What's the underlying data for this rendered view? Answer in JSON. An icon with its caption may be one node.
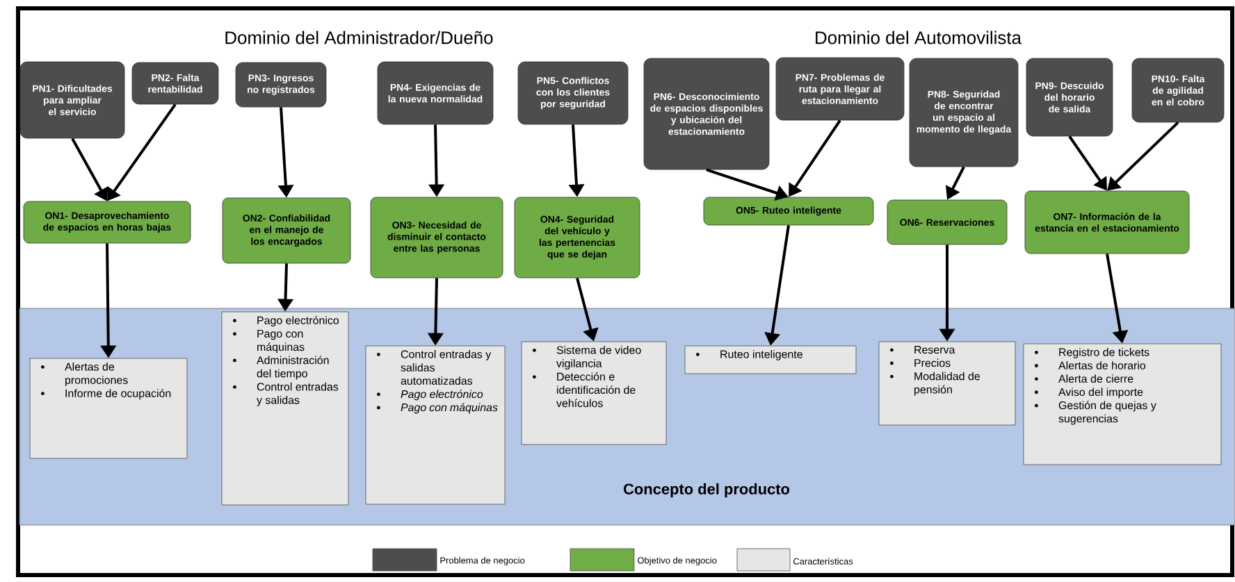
{
  "diagram": {
    "nodes": [
      {
        "text": [
          "PN1- Dificultades para ampliar el servicio"
        ]
      },
      {
        "text": [
          "PN2- Falta rentabilidad"
        ]
      },
      {
        "text": [
          "PN3- Ingresos no registrados"
        ]
      },
      {
        "text": [
          "PN4- Exigencias de la nueva normalidad"
        ]
      },
      {
        "text": [
          "PN5- Conflictos con los clientes por seguridad"
        ]
      },
      {
        "text": [
          "PN6- Desconocimiento de espacios disponibles y ubicación del estacionamiento"
        ]
      },
      {
        "text": [
          "PN7- Problemas de ruta para llegar al estacionamiento"
        ]
      },
      {
        "text": [
          "PN8- Seguridad de encontrar un espacio al momento de llegada"
        ]
      },
      {
        "text": [
          "PN9- Descuido del horario de salida"
        ]
      },
      {
        "text": [
          "PN10- Falta de agilidad en el cobro"
        ]
      },
      {
        "text": [
          "ON1- Desaprovechamiento de espacios en horas bajas"
        ]
      },
      {
        "text": [
          "ON2- Confiabilidad en el manejo de los encargados"
        ]
      },
      {
        "text": [
          "ON3- Necesidad de disminuir el contacto entre las personas"
        ]
      },
      {
        "text": [
          "ON4- Seguridad del vehículo y las pertenencias que se dejan"
        ]
      },
      {
        "text": [
          "ON5- Ruteo inteligente"
        ]
      },
      {
        "text": [
          "ON6- Reservaciones"
        ]
      },
      {
        "text": [
          "ON7- Información de la estancia en el estacionamiento"
        ]
      },
      {
        "text": [
          "Concepto del producto"
        ]
      },
      {
        "text": [
          "Alertas de promociones",
          "Informe de ocupación"
        ],
        "in": 17
      },
      {
        "text": [
          "Pago electrónico",
          "Pago con máquinas",
          "Administración del tiempo",
          "Control entradas y salidas"
        ],
        "in": 17
      },
      {
        "text": [
          "Control entradas y salidas automatizadas",
          "*Pago electrónico*",
          "*Pago con máquinas*"
        ],
        "in": 17
      },
      {
        "text": [
          "Sistema de video vigilancia",
          "Detección e identificación de vehículos"
        ],
        "in": 17
      },
      {
        "text": [
          "Ruteo inteligente"
        ],
        "in": 17
      },
      {
        "text": [
          "Reserva",
          "Precios",
          "Modalidad de pensión"
        ],
        "in": 17
      },
      {
        "text": [
          "Registro de tickets",
          "Alertas de horario",
          "Alerta de cierre",
          "Aviso del importe",
          "Gestión de quejas y sugerencias"
        ],
        "in": 17
      }
    ],
    "edges": [
      {
        "from": 0,
        "to": 10,
        "arrow": "to"
      },
      {
        "from": 1,
        "to": 10,
        "arrow": "to"
      },
      {
        "from": 2,
        "to": 11,
        "arrow": "to"
      },
      {
        "from": 3,
        "to": 12,
        "arrow": "to"
      },
      {
        "from": 4,
        "to": 13,
        "arrow": "to"
      },
      {
        "from": 5,
        "to": 14,
        "arrow": "to"
      },
      {
        "from": 6,
        "to": 14,
        "arrow": "to"
      },
      {
        "from": 7,
        "to": 15,
        "arrow": "to"
      },
      {
        "from": 8,
        "to": 16,
        "arrow": "to"
      },
      {
        "from": 9,
        "to": 16,
        "arrow": "to"
      },
      {
        "from": 10,
        "to": 18,
        "arrow": "to"
      },
      {
        "from": 11,
        "to": 19,
        "arrow": "to"
      },
      {
        "from": 12,
        "to": 20,
        "arrow": "to"
      },
      {
        "from": 13,
        "to": 21,
        "arrow": "to"
      },
      {
        "from": 14,
        "to": 22,
        "arrow": "to"
      },
      {
        "from": 15,
        "to": 23,
        "arrow": "to"
      },
      {
        "from": 16,
        "to": 24,
        "arrow": "to"
      }
    ],
    "labels": [
      "Dominio del Administrador/Dueño",
      "Dominio del Automovilista"
    ],
    "legend": [
      {
        "text": "Problema de negocio",
        "color": "#4d4d4d"
      },
      {
        "text": "Objetivo de negocio",
        "color": "#70ad47"
      },
      {
        "text": "Características",
        "color": "#e7e6e6"
      }
    ]
  }
}
